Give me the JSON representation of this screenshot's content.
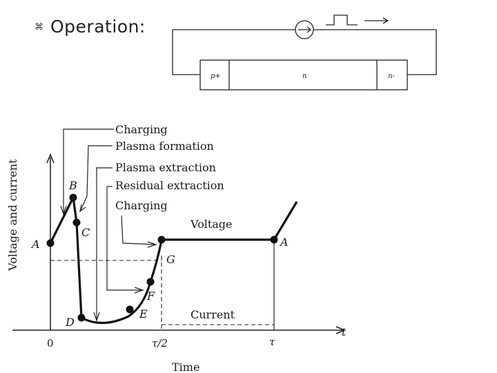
{
  "slide": {
    "bullet_glyph": "⌘",
    "heading": "Operation:"
  },
  "device": {
    "regions": [
      "p+",
      "n",
      "n-"
    ]
  },
  "graph": {
    "y_axis_label": "Voltage and current",
    "x_axis_label": "Time",
    "x_axis_symbol": "t",
    "ticks": {
      "zero": "0",
      "half": "τ/2",
      "tau": "τ"
    },
    "annotations": [
      "Charging",
      "Plasma formation",
      "Plasma extraction",
      "Residual extraction",
      "Charging"
    ],
    "curve_labels": {
      "voltage": "Voltage",
      "current": "Current"
    },
    "points": {
      "A": "A",
      "B": "B",
      "C": "C",
      "D": "D",
      "E": "E",
      "F": "F",
      "G": "G",
      "A2": "A"
    }
  }
}
